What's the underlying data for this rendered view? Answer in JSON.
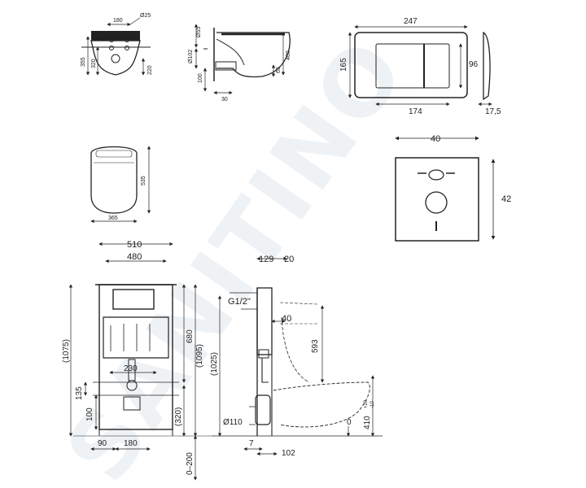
{
  "watermark": "SANITINO",
  "views": {
    "bowl_front": {
      "d180": "180",
      "d25": "Ø25",
      "d355": "355",
      "d320": "320",
      "d220": "220"
    },
    "bowl_side": {
      "d55": "Ø55",
      "d102": "Ø102",
      "d100": "100",
      "d30": "30",
      "d400": "400",
      "d65": "65"
    },
    "flush_plate": {
      "width": "247",
      "height": "165",
      "inner_w": "174",
      "inner_h": "96",
      "depth": "17,5"
    },
    "seat_top": {
      "length": "535",
      "width": "365"
    },
    "gasket_plate": {
      "width": "40",
      "height": "42"
    },
    "frame_front": {
      "d510": "510",
      "d480": "480",
      "d1075": "(1075)",
      "d680": "680",
      "d1095": "(1095)",
      "d230": "230",
      "d135": "135",
      "d100": "100",
      "d320": "(320)",
      "d90": "90",
      "d180": "180",
      "d0200": "0–200"
    },
    "frame_side": {
      "d129": "129",
      "d20": "20",
      "g12": "G1/2\"",
      "d40": "40",
      "d593": "593",
      "d1025": "(1025)",
      "d110": "Ø110",
      "d0": "0",
      "d7": "7",
      "d102": "102",
      "d410": "410",
      "tol_plus": "+20",
      "tol_minus": "-10"
    }
  }
}
